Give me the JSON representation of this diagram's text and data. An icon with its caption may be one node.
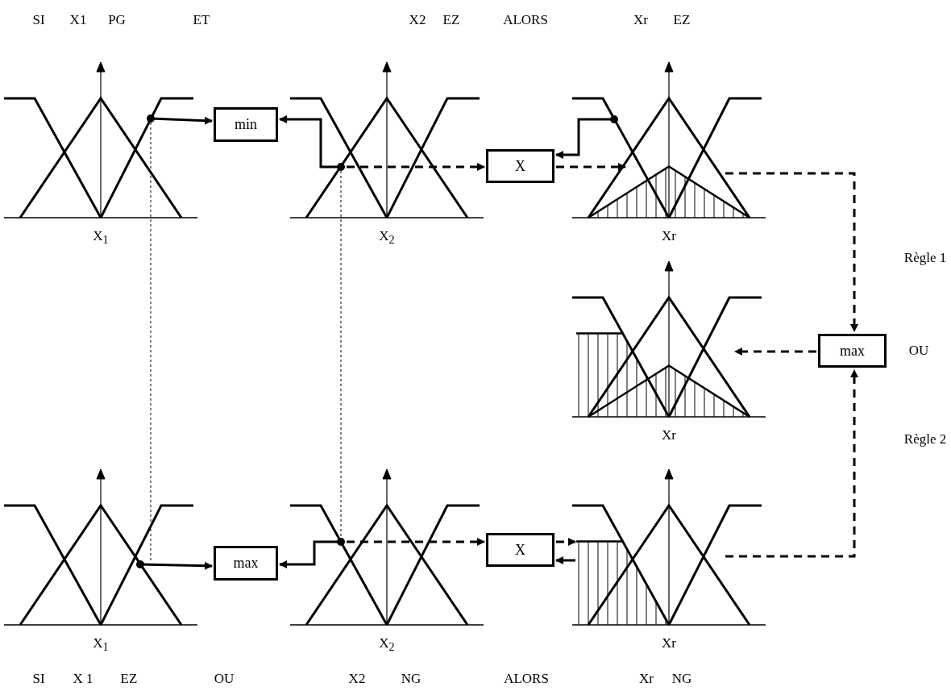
{
  "diagram": {
    "nodes": [
      {
        "text": [],
        "shape": "picture",
        "beside": [
          "X$_{1}$"
        ]
      },
      {
        "text": [
          "min"
        ]
      },
      {
        "text": [],
        "shape": "picture",
        "beside": [
          "X$_{2}$"
        ]
      },
      {
        "text": [
          "X"
        ]
      },
      {
        "text": [],
        "shape": "picture",
        "beside": [
          "Xr"
        ]
      },
      {
        "text": [],
        "shape": "picture",
        "beside": [
          "Xr"
        ]
      },
      {
        "text": [
          "max"
        ]
      },
      {
        "text": [],
        "shape": "picture",
        "beside": [
          "X$_{1}$"
        ]
      },
      {
        "text": [
          "max"
        ]
      },
      {
        "text": [],
        "shape": "picture",
        "beside": [
          "X$_{2}$"
        ]
      },
      {
        "text": [
          "X"
        ]
      },
      {
        "text": [],
        "shape": "picture",
        "beside": [
          "Xr"
        ]
      }
    ],
    "edges": [
      {
        "from": 0,
        "to": 1,
        "arrow": "to"
      },
      {
        "from": 2,
        "to": 1,
        "arrow": "to"
      },
      {
        "from": 2,
        "to": 3,
        "arrow": "to",
        "style": "dashed"
      },
      {
        "from": 4,
        "to": 3,
        "arrow": "to"
      },
      {
        "from": 3,
        "to": 4,
        "arrow": "to",
        "style": "dashed"
      },
      {
        "from": 4,
        "to": 6,
        "arrow": "to",
        "style": "dashed"
      },
      {
        "from": 11,
        "to": 6,
        "arrow": "to",
        "style": "dashed"
      },
      {
        "from": 6,
        "to": 5,
        "arrow": "to",
        "style": "dashed"
      },
      {
        "from": 7,
        "to": 8,
        "arrow": "to"
      },
      {
        "from": 9,
        "to": 8,
        "arrow": "to"
      },
      {
        "from": 9,
        "to": 10,
        "arrow": "to",
        "style": "dashed"
      },
      {
        "from": 10,
        "to": 11,
        "arrow": "to",
        "style": "dashed"
      },
      {
        "from": 11,
        "to": 10,
        "arrow": "to"
      },
      {
        "from": 0,
        "to": 7,
        "arrow": "none",
        "style": "dashed"
      },
      {
        "from": 2,
        "to": 9,
        "arrow": "none",
        "style": "dashed"
      }
    ],
    "labels": [
      "SI",
      "X1",
      "PG",
      "ET",
      "X2",
      "EZ",
      "ALORS",
      "Xr",
      "EZ",
      "Règle 1",
      "OU",
      "Règle 2",
      "SI",
      "X 1",
      "EZ",
      "OU",
      "X2",
      "NG",
      "ALORS",
      "Xr",
      "NG"
    ]
  }
}
